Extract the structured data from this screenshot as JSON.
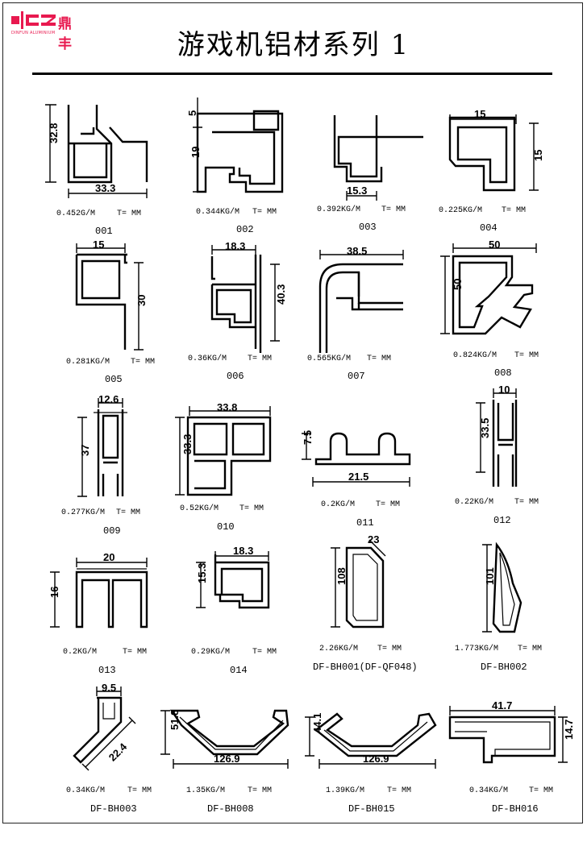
{
  "logo": {
    "brand_cn": "鼎丰",
    "brand_en": "DINFUN ALUMINIUM",
    "accent": "#e8194f"
  },
  "title": "游戏机铝材系列  1",
  "items": [
    {
      "code": "001",
      "weight": "0.452G/M",
      "t": "T= MM",
      "dims": [
        "32.8",
        "33.3"
      ]
    },
    {
      "code": "002",
      "weight": "0.344KG/M",
      "t": "T= MM",
      "dims": [
        "5",
        "19"
      ]
    },
    {
      "code": "003",
      "weight": "0.392KG/M",
      "t": "T= MM",
      "dims": [
        "15.3"
      ]
    },
    {
      "code": "004",
      "weight": "0.225KG/M",
      "t": "T= MM",
      "dims": [
        "15",
        "15"
      ]
    },
    {
      "code": "005",
      "weight": "0.281KG/M",
      "t": "T= MM",
      "dims": [
        "15",
        "30"
      ]
    },
    {
      "code": "006",
      "weight": "0.36KG/M",
      "t": "T= MM",
      "dims": [
        "18.3",
        "40.3"
      ]
    },
    {
      "code": "007",
      "weight": "0.565KG/M",
      "t": "T= MM",
      "dims": [
        "38.5"
      ]
    },
    {
      "code": "008",
      "weight": "0.824KG/M",
      "t": "T= MM",
      "dims": [
        "50",
        "50"
      ]
    },
    {
      "code": "009",
      "weight": "0.277KG/M",
      "t": "T= MM",
      "dims": [
        "12.6",
        "37"
      ]
    },
    {
      "code": "010",
      "weight": "0.52KG/M",
      "t": "T= MM",
      "dims": [
        "33.8",
        "33.3"
      ]
    },
    {
      "code": "011",
      "weight": "0.2KG/M",
      "t": "T= MM",
      "dims": [
        "7.5",
        "21.5"
      ]
    },
    {
      "code": "012",
      "weight": "0.22KG/M",
      "t": "T= MM",
      "dims": [
        "10",
        "33.5"
      ]
    },
    {
      "code": "013",
      "weight": "0.2KG/M",
      "t": "T= MM",
      "dims": [
        "20",
        "16"
      ]
    },
    {
      "code": "014",
      "weight": "0.29KG/M",
      "t": "T= MM",
      "dims": [
        "18.3",
        "15.3"
      ]
    },
    {
      "code": "DF-BH001(DF-QF048)",
      "weight": "2.26KG/M",
      "t": "T= MM",
      "dims": [
        "23",
        "108"
      ]
    },
    {
      "code": "DF-BH002",
      "weight": "1.773KG/M",
      "t": "T= MM",
      "dims": [
        "101"
      ]
    },
    {
      "code": "DF-BH003",
      "weight": "0.34KG/M",
      "t": "T= MM",
      "dims": [
        "9.5",
        "22.4"
      ]
    },
    {
      "code": "DF-BH008",
      "weight": "1.35KG/M",
      "t": "T= MM",
      "dims": [
        "51.8",
        "126.9"
      ]
    },
    {
      "code": "DF-BH015",
      "weight": "1.39KG/M",
      "t": "T= MM",
      "dims": [
        "44.1",
        "126.9"
      ]
    },
    {
      "code": "DF-BH016",
      "weight": "0.34KG/M",
      "t": "T= MM",
      "dims": [
        "41.7",
        "14.7"
      ]
    }
  ]
}
